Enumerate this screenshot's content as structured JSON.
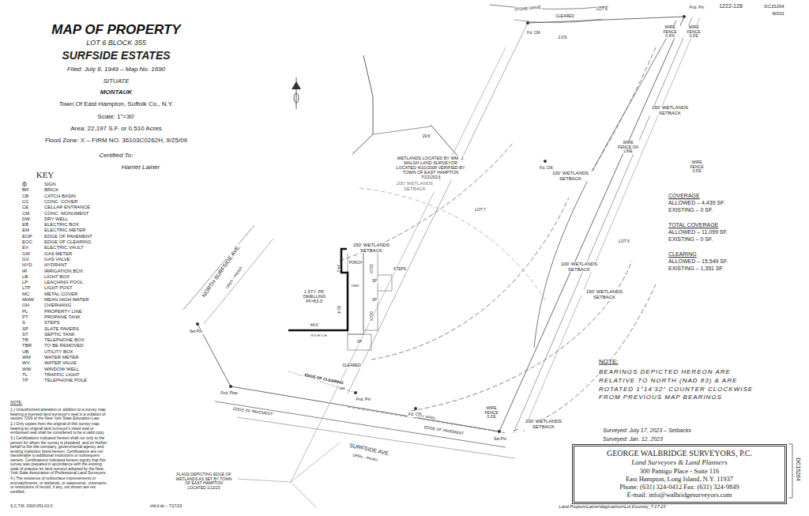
{
  "diagram": {
    "title": "MAP OF PROPERTY",
    "nodes": [
      {
        "text": [
          "GEORGE WALBRIDGE SURVEYORS, P.C.",
          "Land Surveyors & Land Planners",
          "300 Pantigo Place - Suite 116",
          "East Hampton, Long Island, N.Y. 11937",
          "Phone: (631) 324-0412  Fax: (631) 324-9849",
          "E-mail: info@walbridgesurveyors.com"
        ]
      }
    ],
    "edges": [],
    "labels": [
      "LOT 6 BLOCK 355",
      "SURFSIDE ESTATES",
      "Filed: July 8, 1949 – Map No. 1690",
      "SITUATE",
      "MONTAUK",
      "Town Of East Hampton, Suffolk Co., N.Y.",
      "Scale: 1\"=30'",
      "Area: 22,197 S.F. or 0.510 Acres",
      "Flood Zone: X – FIRM NO. 36103C0262H, 9/25/09",
      "Certified To:",
      "Harriet Lainer",
      "KEY",
      "SIGN",
      "BR",
      "BRICK",
      "CB",
      "CATCH BASIN",
      "CC",
      "CONC. COVER",
      "CE",
      "CELLAR ENTRANCE",
      "CM",
      "CONC. MONUMENT",
      "DW",
      "DRY WELL",
      "EB",
      "ELECTRIC BOX",
      "EM",
      "ELECTRIC METER",
      "EOP",
      "EDGE OF PAVEMENT",
      "EOC",
      "EDGE OF CLEARING",
      "EV",
      "ELECTRIC VAULT",
      "GM",
      "GAS METER",
      "GV",
      "GAS VALVE",
      "HYD",
      "HYDRANT",
      "IR",
      "IRRIGATION BOX",
      "LB",
      "LIGHT BOX",
      "LP",
      "LEACHING POOL",
      "LTP",
      "LIGHT POST",
      "MC",
      "METAL COVER",
      "MHW",
      "MEAN HIGH WATER",
      "OH",
      "OVERHANG",
      "PL",
      "PROPERTY LINE",
      "PT",
      "PROPANE TANK",
      "S",
      "STEPS",
      "SP",
      "SLATE PAVERS",
      "ST",
      "SEPTIC TANK",
      "TB",
      "TELEPHONE BOX",
      "TBR",
      "TO BE REMOVED",
      "UB",
      "UTILITY BOX",
      "WM",
      "WATER METER",
      "WV",
      "WATER VALVE",
      "WW",
      "WINDOW WELL",
      "TL",
      "TRAFFIC LIGHT",
      "TP",
      "TELEPHONE POLE",
      "NOTE:",
      "1.) Unauthorized alteration or addition to a survey map bearing a licensed land surveyor's seal is a violation of section 7209 of the New York State Education Law.",
      "2.) Only copies from the original of this survey map bearing an original land surveyor's inked seal or embossed seal shall be considered to be a valid copy.",
      "3.) Certifications indicated hereon shall run only to the person for whom the survey is prepared, and on his/her behalf to the title company, governmental agency and lending institution listed hereon. Certifications are not transferable to additional institutions or subsequent owners. Certifications indicated hereon signify that this survey was prepared in accordance with the existing code of practice for land surveys adopted by the New York State Association of Professional Land Surveyors.",
      "4.) The existence of subsurface improvements or encroachments, or wetlands, or easements, covenants, or restrictions of record, if any, not shown are not certified.",
      "S.C.T.M. 0300-051-03-3",
      "chk'd de – 7/17/23",
      "STONE DRIVE",
      "CLEARED",
      "LOT 8",
      "Fnd. Pin",
      "1222-128",
      "DC15264",
      "W201",
      "Fd. CM.",
      "2.0'S",
      "WIRE FENCE 0.9'N",
      "WIRE FENCE 0.3'E",
      "150' WETLANDS SETBACK",
      "29.6'",
      "WETLANDS LOCATED BY WM. J. WALSH LAND SURVEYOR LOCATED 4/10/2008 VERIFIED BY TOWN OF EAST HAMPTON 7/22/2023",
      "200' WETLANDS SETBACK",
      "Fd. CM.",
      "100' WETLANDS SETBACK",
      "WIRE FENCE ON LINE",
      "WIRE FENCE 0.5'E",
      "LOT 7",
      "COVERAGE",
      "ALLOWED – 4,439 SF.",
      "EXISTING – 0 SF.",
      "TOTAL COVERAGE",
      "ALLOWED – 11,099 SF.",
      "EXISTING – 0 SF.",
      "CLEARING",
      "ALLOWED – 15,549 SF.",
      "EXISTING – 1,351 SF.",
      "LOT 5",
      "150' WETLANDS SETBACK",
      "100' WETLANDS SETBACK",
      "150' WETLANDS SETBACK",
      "NORTH SURFSIDE AVE.",
      "OPEN – PAVED",
      "PORCH",
      "STEPS",
      "DWR.",
      "DECK",
      "SP",
      "SP",
      "1 STY. FR. DWELLING FF=53.3'",
      "DECK",
      "SP",
      "44.0'",
      "ROOF O.H.",
      "30.4'",
      "24.1'",
      "CLEARED",
      "EDGE OF CLEARING",
      "WM",
      "Set Pin",
      "Fnd. Pipe",
      "Fnd. Pin",
      "Fd. CM.",
      "EDGE OF PAVEMENT",
      "WIRE FENCE 0.3'E",
      "200' WETLANDS SETBACK",
      "O.H. WIRES",
      "EDGE OF PAVEMENT",
      "Set Pin",
      "SURFSIDE AVE.",
      "OPEN – PAVED",
      "FLAGS DEPICTING EDGE OF WETLANDS AS SET BY TOWN OF EAST HAMPTON LOCATED 1/12/23",
      "NOTE:",
      "BEARINGS DEPICTED HEREON ARE RELATIVE TO NORTH (NAD 83) & ARE ROTATED 1°14'32\" COUNTER CLOCKWISE FROM PREVIOUS MAP BEARINGS",
      "Surveyed: July 17, 2023 – Setbacks",
      "Surveyed: Jan. 12, 2023",
      "DC15264",
      "Land Projects\\Lainer\\dwg\\carlson\\Lot 6\\survey_7-17-23"
    ]
  }
}
